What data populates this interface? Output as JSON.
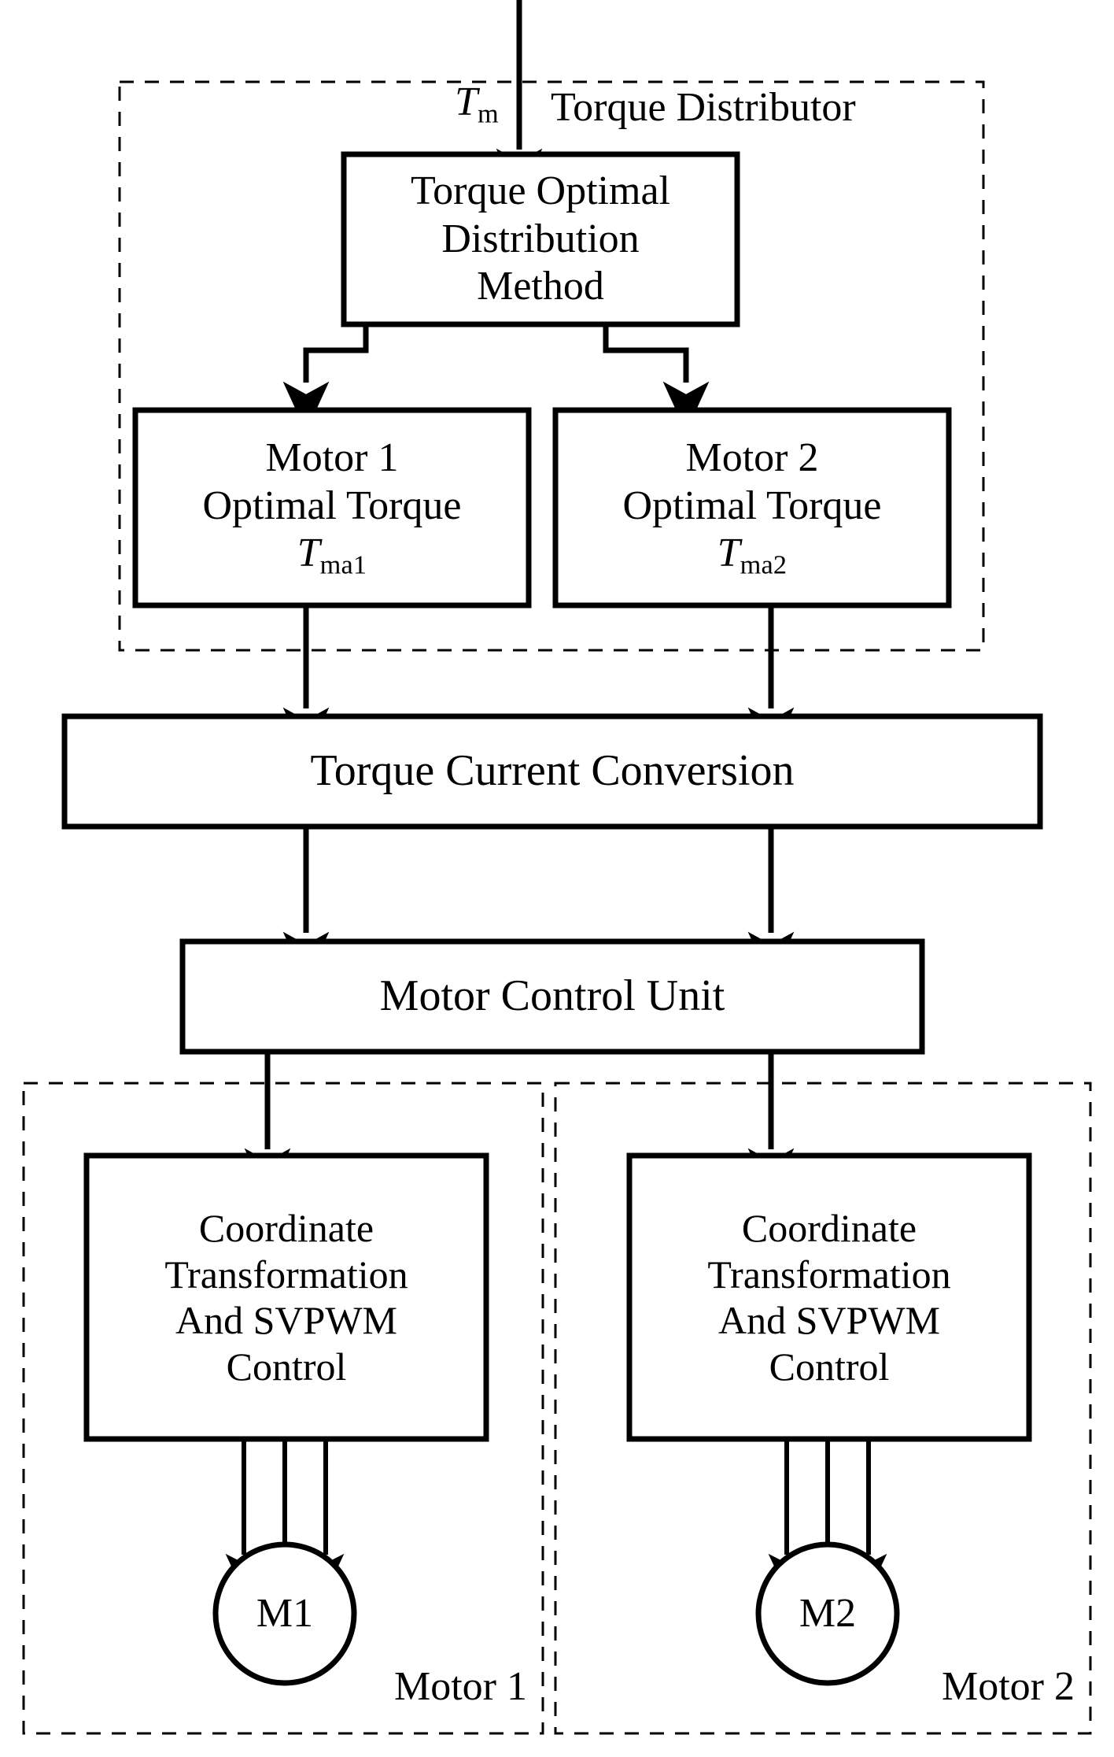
{
  "diagram": {
    "title_implicit": "Dual-motor torque distribution and control block diagram",
    "input_signal": {
      "symbol": "T",
      "subscript": "m"
    },
    "groups": [
      {
        "id": "torque-distributor",
        "label": "Torque Distributor"
      },
      {
        "id": "motor-1-group",
        "label": "Motor 1"
      },
      {
        "id": "motor-2-group",
        "label": "Motor 2"
      }
    ],
    "blocks": [
      {
        "id": "torque-optimal-distribution-method",
        "lines": [
          "Torque Optimal",
          "Distribution",
          "Method"
        ]
      },
      {
        "id": "motor-1-optimal-torque",
        "lines": [
          "Motor 1",
          "Optimal Torque"
        ],
        "symbol": "T",
        "subscript": "ma1"
      },
      {
        "id": "motor-2-optimal-torque",
        "lines": [
          "Motor 2",
          "Optimal Torque"
        ],
        "symbol": "T",
        "subscript": "ma2"
      },
      {
        "id": "torque-current-conversion",
        "lines": [
          "Torque Current Conversion"
        ]
      },
      {
        "id": "motor-control-unit",
        "lines": [
          "Motor Control Unit"
        ]
      },
      {
        "id": "coordinate-transformation-svpwm-1",
        "lines": [
          "Coordinate",
          "Transformation",
          "And SVPWM",
          "Control"
        ]
      },
      {
        "id": "coordinate-transformation-svpwm-2",
        "lines": [
          "Coordinate",
          "Transformation",
          "And SVPWM",
          "Control"
        ]
      }
    ],
    "machines": [
      {
        "id": "motor-1-machine",
        "label": "M1"
      },
      {
        "id": "motor-2-machine",
        "label": "M2"
      }
    ],
    "colors": {
      "stroke": "#000000",
      "background": "#ffffff"
    }
  }
}
